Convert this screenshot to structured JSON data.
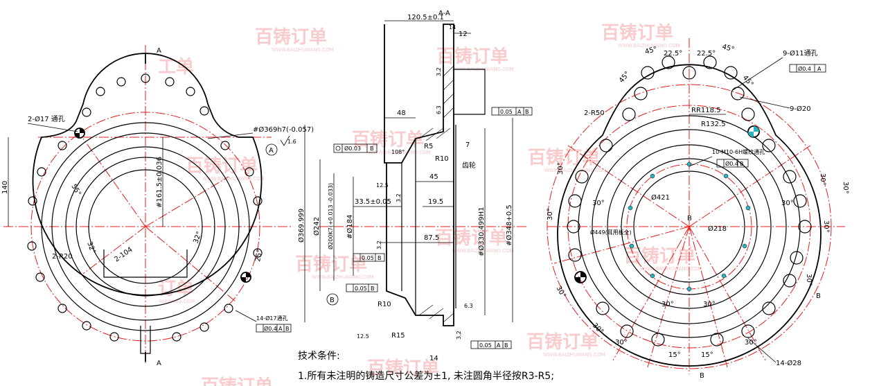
{
  "section_label": "A-A",
  "cut_marker": "A",
  "view_markers": {
    "b": "B",
    "datum_a": "A",
    "datum_b": "B"
  },
  "front_view": {
    "hole_callout_left": "2-Ø17 通孔",
    "bore_callout": "#Ø369h7(-0.057)",
    "dim_140": "140",
    "dim_161": "#161.5±0.036",
    "r20": "2-R20",
    "r104": "2-104",
    "ang_55": "55°",
    "ang_32a": "32°",
    "ang_32b": "32°",
    "ang_25": "25°",
    "hole_callout_bottom": "14-Ø17通孔",
    "tol_pos": "Ø0.4",
    "tol_a": "A",
    "tol_b": "B",
    "roughness": "1.6"
  },
  "section_view": {
    "d_120": "120.5±0.1",
    "d_14_top": "14",
    "d_12": "12",
    "d_48": "48",
    "d_7": "7",
    "d_45": "45",
    "d_19": "19.5",
    "d_33": "33.5±0.05",
    "d_87": "87.5",
    "d_14_bot": "14",
    "r5": "R5",
    "r10a": "R10",
    "r10b": "R10",
    "r15": "R15",
    "gear": "齿轮",
    "dia_369": "Ø369.999",
    "dia_242": "Ø242",
    "dia_200": "Ø200K7(+0.013 -0.033)",
    "dia_184": "#Ø184",
    "dia_330": "#Ø330.499H1",
    "dia_348": "#Ø348+0.5",
    "angle_108": "108°",
    "tol_conc": "Ø0.03",
    "tol_005": "0.05",
    "rough_63": "6.3",
    "rough_125": "12.5",
    "rough_32": "3.2"
  },
  "right_view": {
    "ang_45a": "45°",
    "ang_45b": "45°",
    "ang_225a": "22.5°",
    "ang_225b": "22.5°",
    "ang_45c": "45°",
    "ang_45d": "45°",
    "holes_11": "9-Ø11通孔",
    "holes_20": "9-Ø20",
    "r50": "2-R50",
    "rr118": "RR118.5",
    "r132": "R132.5",
    "thread": "10-M10-6H螺纹通孔",
    "d421": "Ø421",
    "d449": "Ø449(耳用板全)",
    "d218": "Ø218",
    "ang_30_list": [
      "30°",
      "30°",
      "30°",
      "30°",
      "30°",
      "30°",
      "30°",
      "30°",
      "30°",
      "30°",
      "30°",
      "30°",
      "30°",
      "30°"
    ],
    "ang_15a": "15°",
    "ang_15b": "15°",
    "holes_28": "14-Ø28"
  },
  "tech_notes": {
    "title": "技术条件:",
    "item1": "1.所有未注明的铸造尺寸公差为±1, 未注圆角半径按R3-R5;"
  },
  "watermark": {
    "brand": "百铸订单",
    "url": "WWW.BAIZHUWANG.COM",
    "fragment_a": "订单",
    "fragment_b": "工单",
    "fragment_c": "HUWANG.COM"
  },
  "colors": {
    "centerline": "#e41c1c",
    "watermark": "#f4a3a3",
    "hole_fill": "#2bb3c0"
  }
}
